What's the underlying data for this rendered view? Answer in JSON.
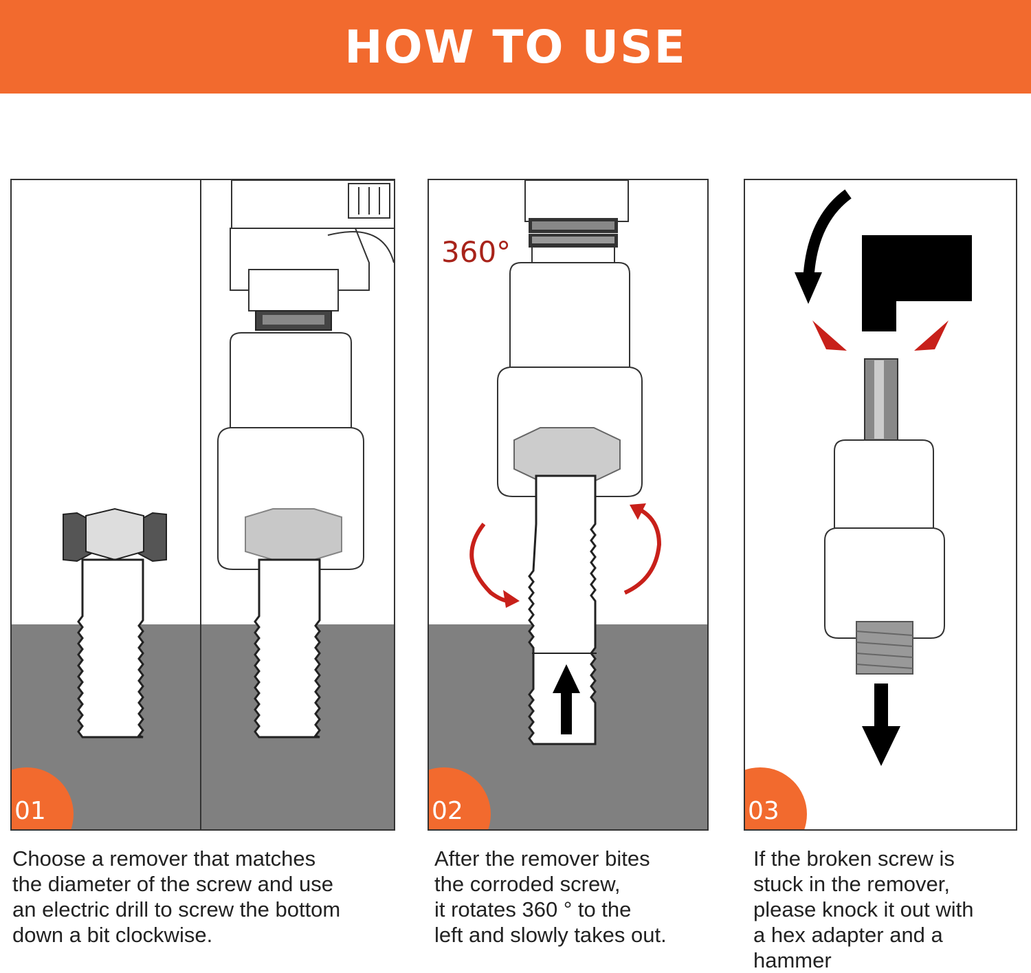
{
  "banner": {
    "title": "HOW TO USE"
  },
  "steps": [
    {
      "number": "01",
      "caption_lines": [
        "Choose a remover that matches",
        "the diameter of the screw and use",
        "an electric drill to screw the bottom",
        "down a bit clockwise."
      ]
    },
    {
      "number": "02",
      "rotation_label": "360°",
      "caption_lines": [
        "After the remover bites",
        "the corroded screw,",
        "it rotates 360 ° to the",
        "left and slowly takes out."
      ]
    },
    {
      "number": "03",
      "caption_lines": [
        "If the broken screw is",
        "stuck in the remover,",
        "please knock it out with",
        "a hex adapter and a",
        "hammer"
      ]
    }
  ],
  "colors": {
    "accent": "#f26a2e",
    "ground": "#808080",
    "arrow_red": "#c8201a"
  },
  "icons": [
    "drill-icon",
    "socket-remover-icon",
    "bolt-icon",
    "rotation-arrow-icon",
    "hammer-icon",
    "arrow-up-icon",
    "arrow-down-icon"
  ]
}
